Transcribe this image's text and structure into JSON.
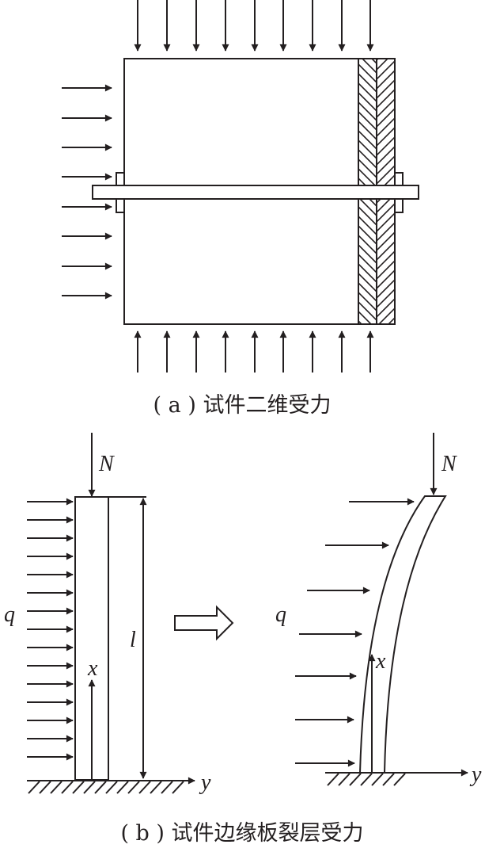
{
  "caption_a": "( a ) 试件二维受力",
  "caption_b": "( b ) 试件边缘板裂层受力",
  "labels": {
    "N_left": "N",
    "N_right": "N",
    "q_left": "q",
    "q_right": "q",
    "x_left": "x",
    "x_right": "x",
    "l": "l",
    "y_left": "y",
    "y_right": "y"
  },
  "colors": {
    "ink": "#231f20",
    "background": "#ffffff"
  }
}
